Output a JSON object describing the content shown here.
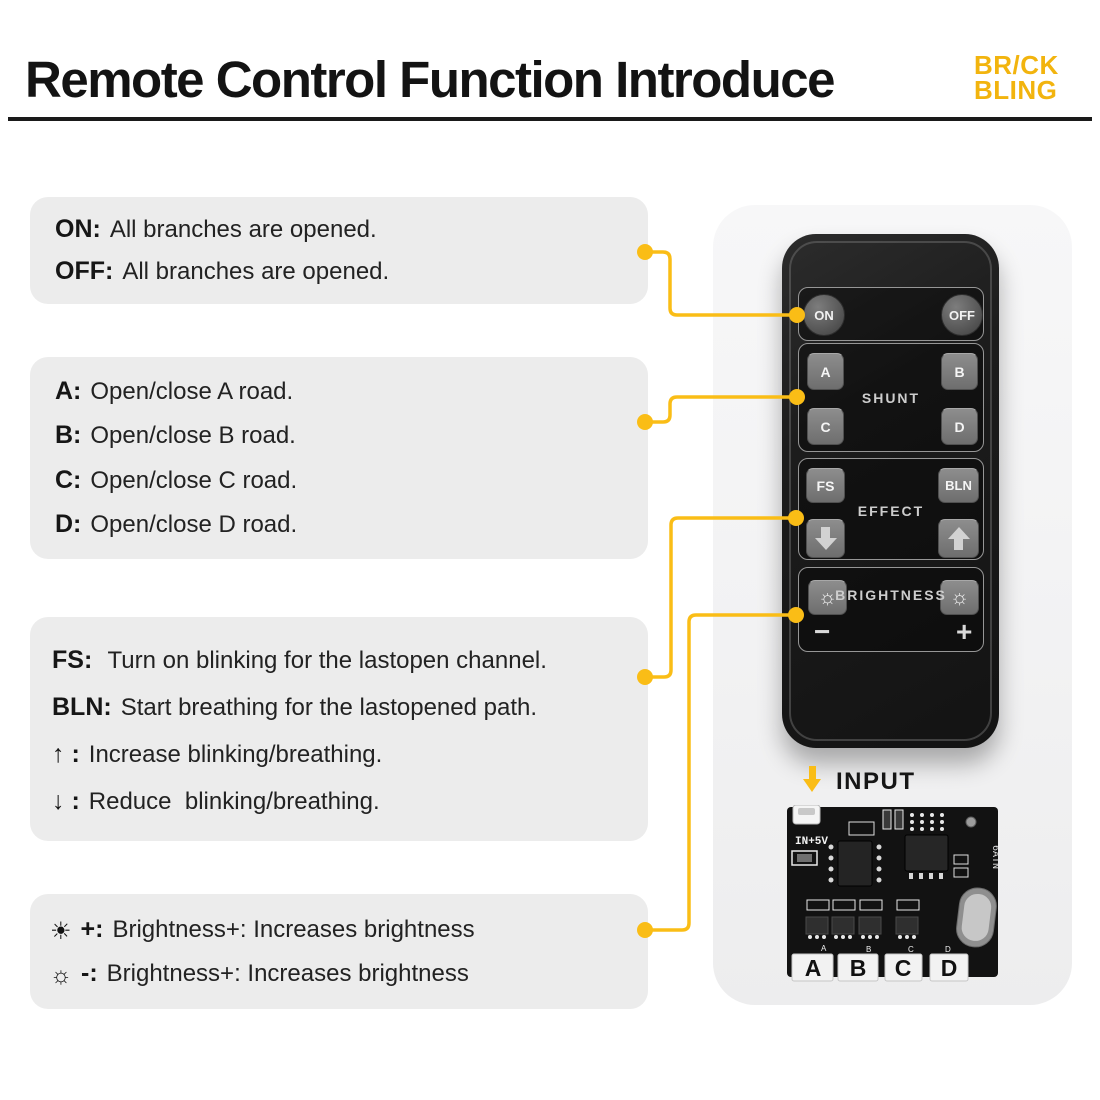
{
  "header": {
    "title": "Remote Control Function Introduce",
    "brand_line1": "BR/CK",
    "brand_line2": "BLING"
  },
  "colors": {
    "accent_yellow": "#FABD16",
    "logo_yellow": "#F2B40E",
    "box_gray": "#ECECEC",
    "remote_black": "#1B1B1B"
  },
  "boxes": {
    "power": {
      "items": [
        {
          "label": "ON:",
          "text": "All branches are opened."
        },
        {
          "label": "OFF:",
          "text": "All branches are opened."
        }
      ]
    },
    "shunt": {
      "items": [
        {
          "label": "A:",
          "text": "Open/close A road."
        },
        {
          "label": "B:",
          "text": "Open/close B road."
        },
        {
          "label": "C:",
          "text": "Open/close C road."
        },
        {
          "label": "D:",
          "text": "Open/close D road."
        }
      ]
    },
    "effect": {
      "items": [
        {
          "label": "FS:",
          "text": " Turn on blinking for the lastopen channel."
        },
        {
          "label": "BLN:",
          "text": "Start breathing for the lastopened path."
        },
        {
          "label": "↑ :",
          "text": "Increase blinking/breathing."
        },
        {
          "label": "↓ :",
          "text": "Reduce  blinking/breathing."
        }
      ]
    },
    "brightness": {
      "items": [
        {
          "icon_char": "☀",
          "label": "+:",
          "text": "Brightness+: Increases brightness"
        },
        {
          "icon_char": "☼",
          "label": "-:",
          "text": "Brightness+: Increases brightness"
        }
      ]
    }
  },
  "remote": {
    "power": {
      "on": "ON",
      "off": "OFF"
    },
    "shunt": {
      "label": "SHUNT",
      "buttons": [
        "A",
        "B",
        "C",
        "D"
      ]
    },
    "effect": {
      "label": "EFFECT",
      "fs": "FS",
      "bln": "BLN"
    },
    "brightness": {
      "label": "BRIGHTNESS",
      "sun_char": "☼",
      "minus": "−",
      "plus": "+"
    }
  },
  "input": {
    "label": "INPUT"
  },
  "pcb": {
    "in_label": "IN+5V",
    "chip_label": "6ATN",
    "ports": [
      "A",
      "B",
      "C",
      "D"
    ],
    "silk_letters": [
      "A",
      "B",
      "C",
      "D"
    ]
  }
}
